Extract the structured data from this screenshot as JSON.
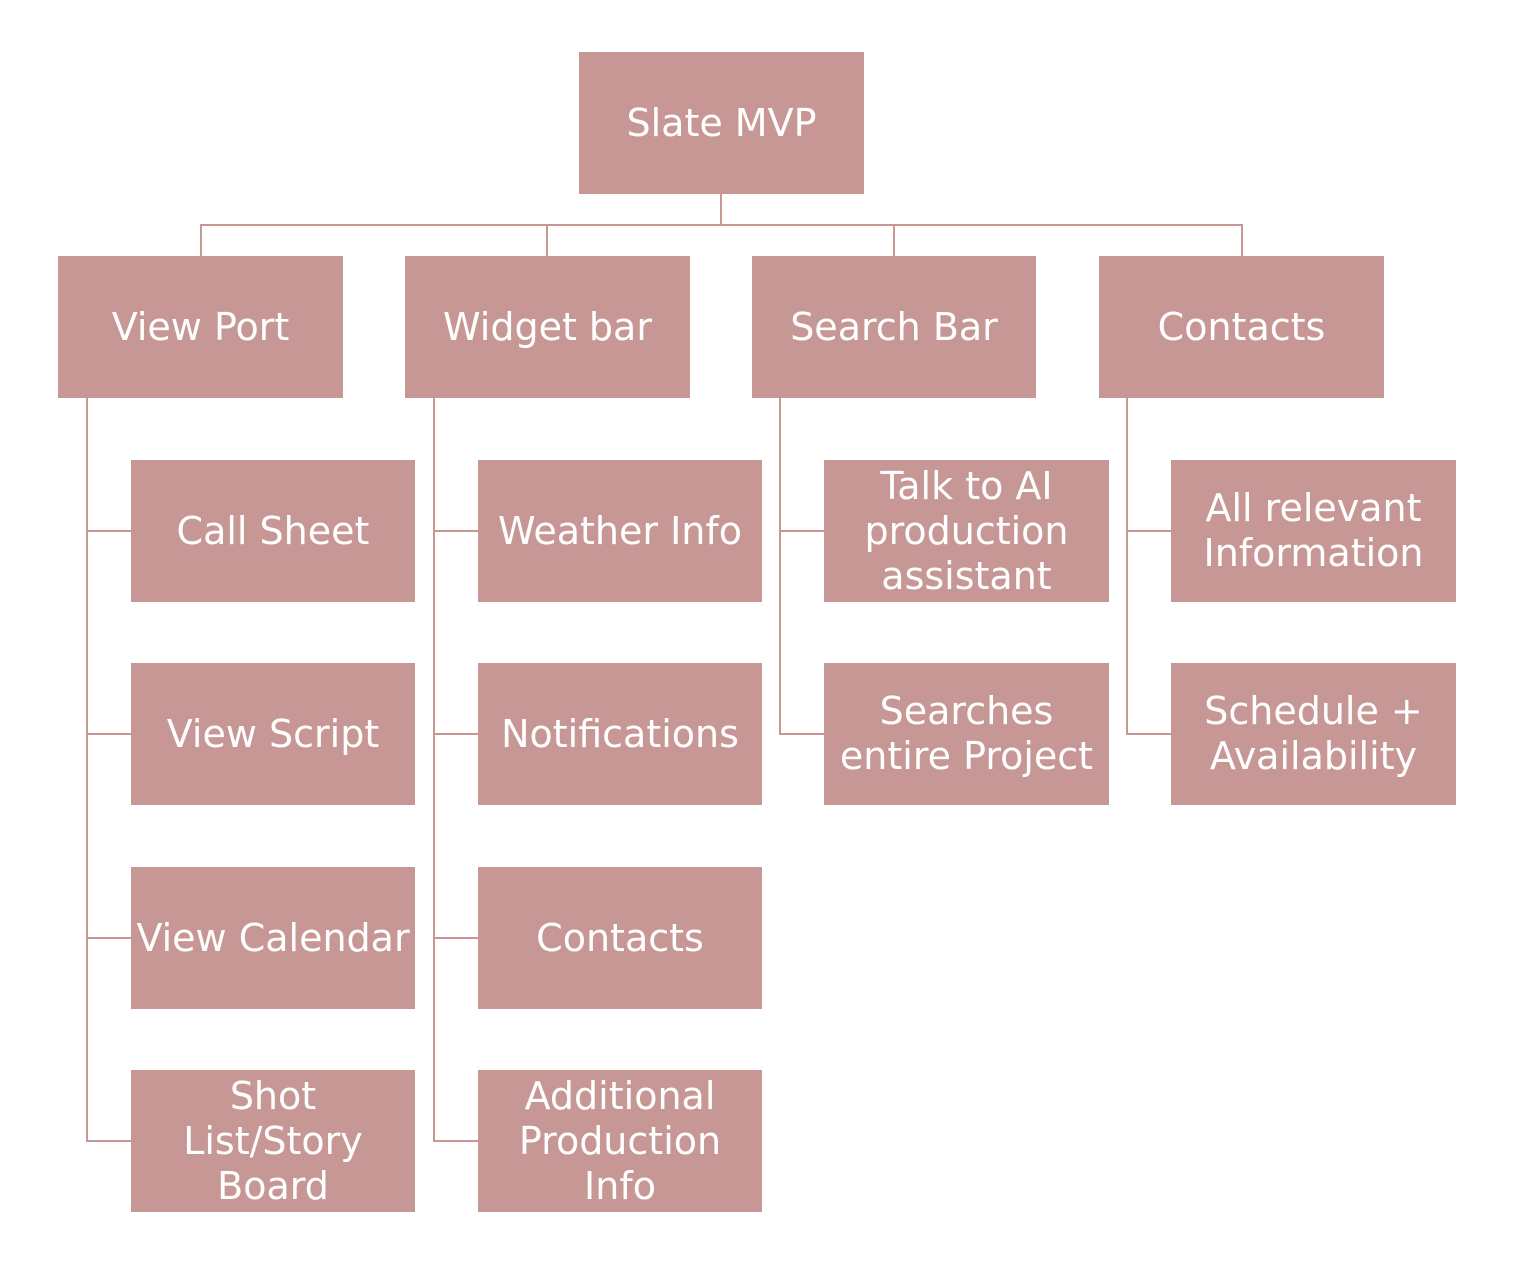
{
  "diagram": {
    "root": "Slate MVP",
    "branches": [
      {
        "label": "View Port",
        "children": [
          "Call Sheet",
          "View Script",
          "View Calendar",
          "Shot List/Story\nBoard"
        ]
      },
      {
        "label": "Widget bar",
        "children": [
          "Weather Info",
          "Notifications",
          "Contacts",
          "Additional\nProduction Info"
        ]
      },
      {
        "label": "Search Bar",
        "children": [
          "Talk to AI\nproduction\nassistant",
          "Searches\nentire Project"
        ]
      },
      {
        "label": "Contacts",
        "children": [
          "All relevant\nInformation",
          "Schedule +\nAvailability"
        ]
      }
    ],
    "colors": {
      "node_fill": "#c69794",
      "node_text": "#ffffff",
      "connector": "#c69794",
      "background": "#ffffff"
    }
  }
}
